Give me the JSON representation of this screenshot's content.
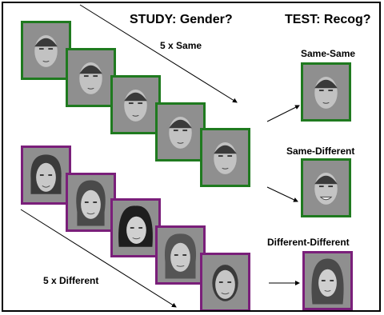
{
  "titles": {
    "study": "STUDY: Gender?",
    "test": "TEST: Recog?"
  },
  "labels": {
    "same_reps": "5 x Same",
    "diff_reps": "5 x Different"
  },
  "test_conditions": {
    "same_same": "Same-Same",
    "same_different": "Same-Different",
    "different_different": "Different-Different"
  },
  "colors": {
    "same_border": "#1f7a1f",
    "different_border": "#7a1f7a",
    "face_background": "#8f8f8f"
  }
}
